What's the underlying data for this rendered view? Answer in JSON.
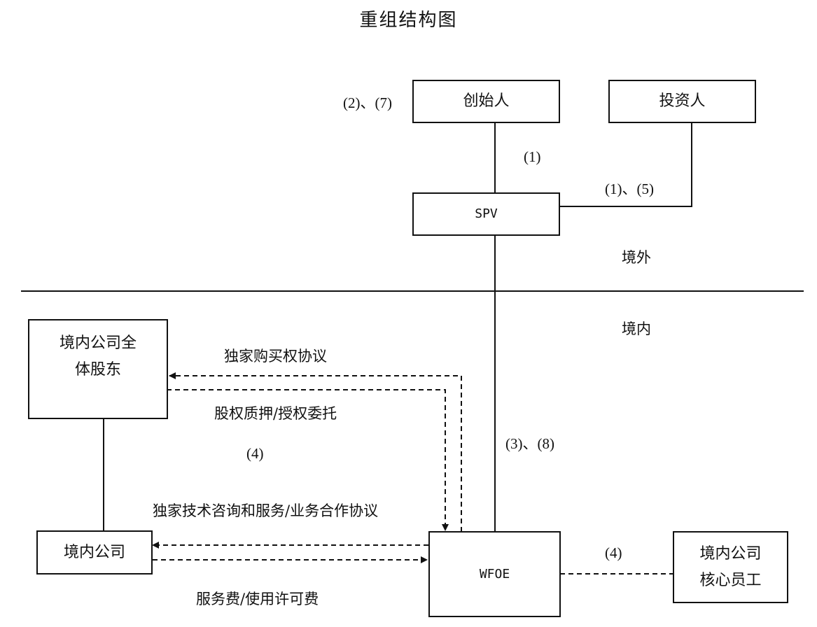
{
  "title": "重组结构图",
  "regions": {
    "offshore": "境外",
    "onshore": "境内"
  },
  "nodes": {
    "founder": "创始人",
    "investor": "投资人",
    "spv": "SPV",
    "shareholders_line1": "境内公司全",
    "shareholders_line2": "体股东",
    "domestic_company": "境内公司",
    "wfoe": "WFOE",
    "core_staff_line1": "境内公司",
    "core_staff_line2": "核心员工"
  },
  "edge_labels": {
    "founder_steps": "(2)、(7)",
    "founder_spv": "(1)",
    "investor_spv": "(1)、(5)",
    "spv_wfoe": "(3)、(8)",
    "shareholders_company": "(4)",
    "wfoe_staff": "(4)",
    "exclusive_purchase_option": "独家购买权协议",
    "equity_pledge_proxy": "股权质押/授权委托",
    "exclusive_service_agreement": "独家技术咨询和服务/业务合作协议",
    "service_license_fees": "服务费/使用许可费"
  }
}
